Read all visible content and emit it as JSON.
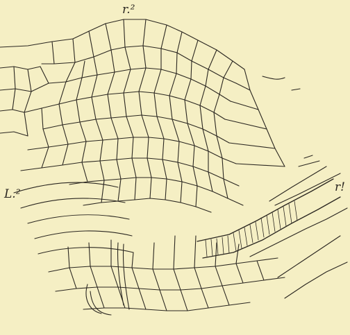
{
  "figure": {
    "labels": {
      "r2": "r.²",
      "L2": "L.²",
      "r1": "r!"
    },
    "colors": {
      "paper": "#f5efc4",
      "ink": "#2a2620"
    }
  }
}
